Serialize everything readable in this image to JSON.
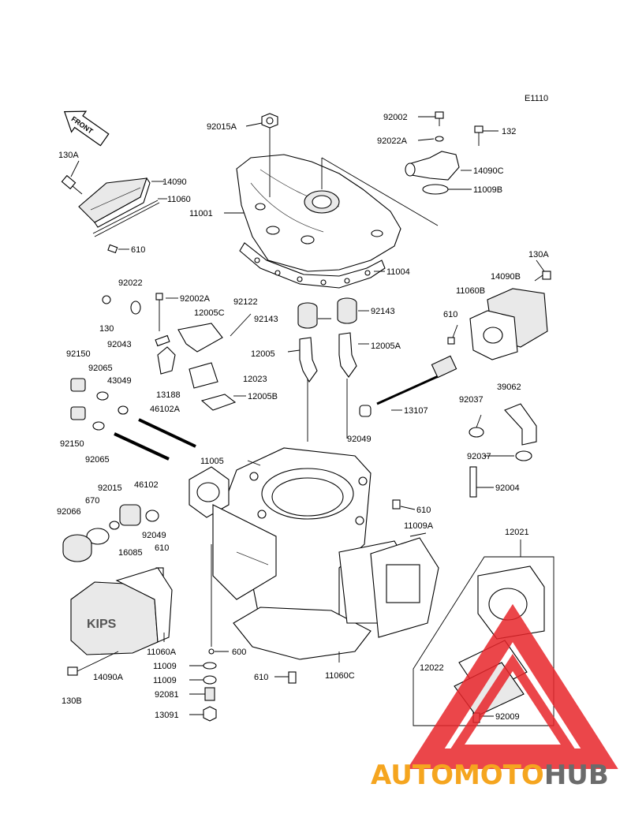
{
  "diagram_code": "E1110",
  "front_label": "FRONT",
  "cover_marking": "KIPS",
  "watermark": {
    "part1": "AUTOMOTO",
    "part2": "HUB",
    "color_red": "#e8262b",
    "color_orange": "#f5a51f",
    "color_gray": "#6b6b6b"
  },
  "labels": [
    "92015A",
    "92002",
    "92022A",
    "132",
    "130A",
    "14090",
    "11060",
    "14090C",
    "11009B",
    "11001",
    "610",
    "11004",
    "130A",
    "92022",
    "92002A",
    "92122",
    "14090B",
    "12005C",
    "92143",
    "92143",
    "11060B",
    "130",
    "92043",
    "610",
    "12005",
    "12005A",
    "92150",
    "92065",
    "43049",
    "12023",
    "13188",
    "12005B",
    "13107",
    "39062",
    "46102A",
    "92037",
    "92150",
    "92065",
    "11005",
    "92049",
    "92037",
    "46102",
    "92004",
    "92015",
    "670",
    "610",
    "92066",
    "11009A",
    "16085",
    "92049",
    "12021",
    "610",
    "11060A",
    "12022",
    "14090A",
    "600",
    "11009",
    "11009",
    "11060C",
    "610",
    "130B",
    "92081",
    "92009",
    "13091"
  ]
}
